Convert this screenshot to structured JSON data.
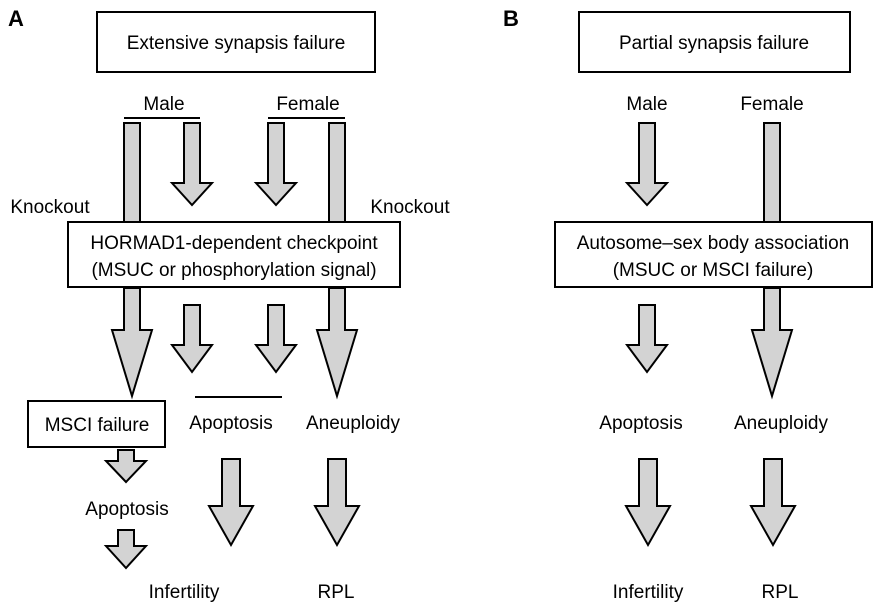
{
  "panel_a": {
    "letter": "A",
    "title": "Extensive synapsis failure",
    "male": "Male",
    "female": "Female",
    "knockout_left": "Knockout",
    "knockout_right": "Knockout",
    "checkpoint_line1": "HORMAD1-dependent checkpoint",
    "checkpoint_line2": "(MSUC or phosphorylation signal)",
    "msci_failure": "MSCI failure",
    "apoptosis_mid": "Apoptosis",
    "aneuploidy": "Aneuploidy",
    "apoptosis_left": "Apoptosis",
    "infertility": "Infertility",
    "rpl": "RPL"
  },
  "panel_b": {
    "letter": "B",
    "title": "Partial synapsis failure",
    "male": "Male",
    "female": "Female",
    "association_line1": "Autosome–sex body association",
    "association_line2": "(MSUC or MSCI failure)",
    "apoptosis": "Apoptosis",
    "aneuploidy": "Aneuploidy",
    "infertility": "Infertility",
    "rpl": "RPL"
  }
}
